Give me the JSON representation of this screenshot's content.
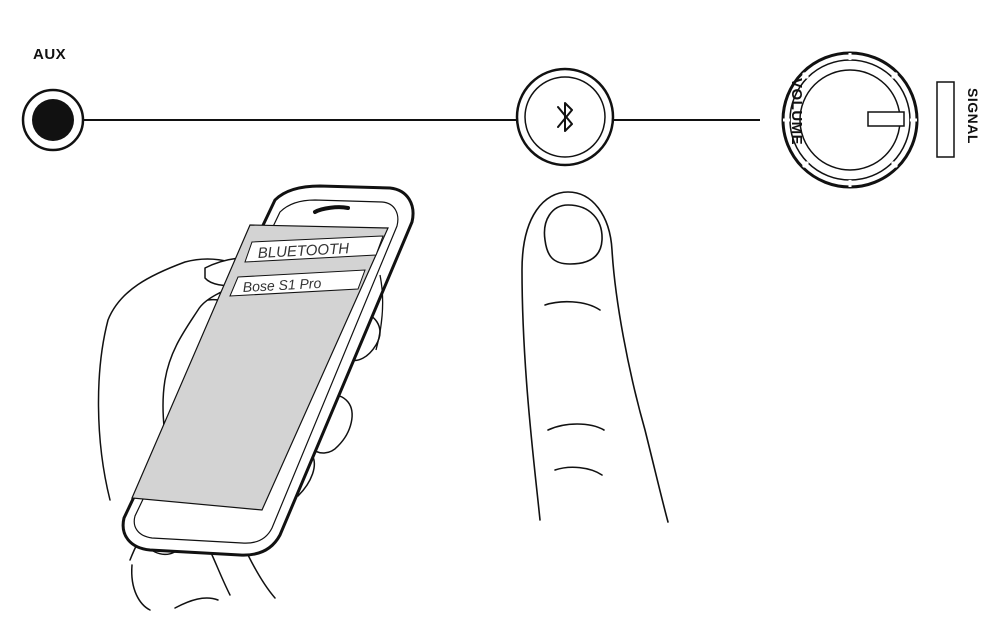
{
  "panel": {
    "aux_label": "AUX",
    "volume_label": "VOLUME",
    "signal_label": "SIGNAL",
    "bluetooth_button_icon": "bluetooth-icon",
    "aux_jack_icon": "aux-jack-icon"
  },
  "phone": {
    "menu_title": "BLUETOOTH",
    "device_item": "Bose S1 Pro"
  },
  "colors": {
    "line": "#111111",
    "screen": "#d3d3d3",
    "background": "#ffffff"
  }
}
